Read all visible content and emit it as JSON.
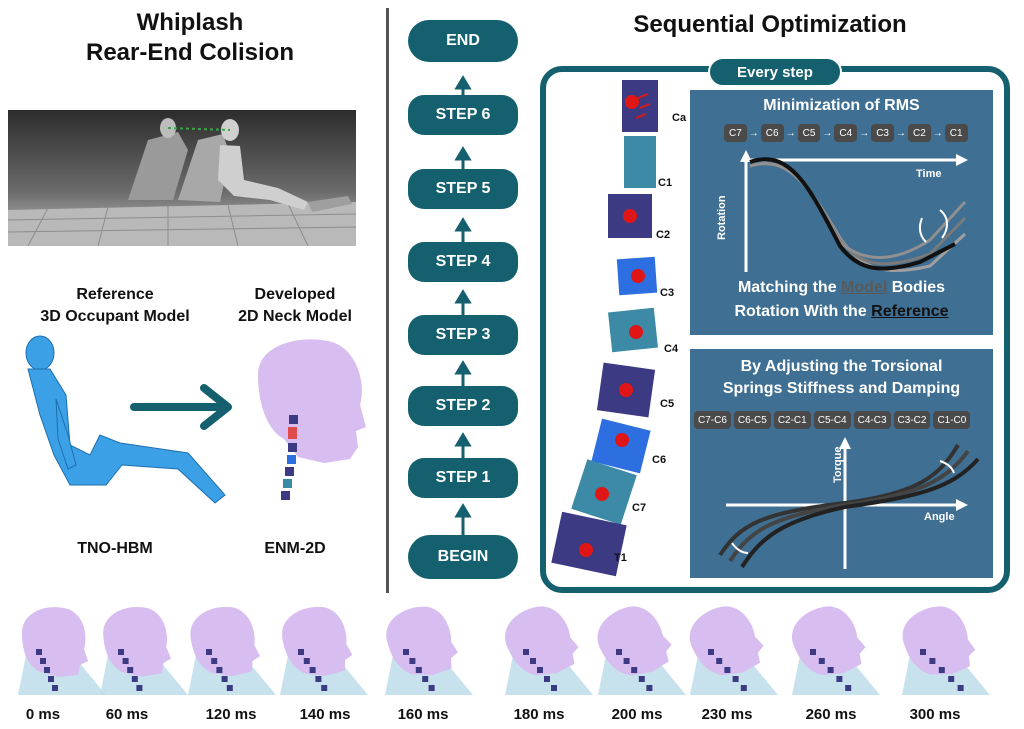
{
  "left": {
    "title_line1": "Whiplash",
    "title_line2": "Rear-End Colision",
    "reference_line1": "Reference",
    "reference_line2": "3D Occupant Model",
    "developed_line1": "Developed",
    "developed_line2": "2D Neck Model",
    "reference_name": "TNO-HBM",
    "developed_name": "ENM-2D"
  },
  "flow": {
    "steps": [
      "END",
      "STEP 6",
      "STEP 5",
      "STEP 4",
      "STEP 3",
      "STEP 2",
      "STEP 1",
      "BEGIN"
    ]
  },
  "right": {
    "title": "Sequential Optimization",
    "every_step": "Every step",
    "vertebrae": [
      "Ca",
      "C1",
      "C2",
      "C3",
      "C4",
      "C5",
      "C6",
      "C7",
      "T1"
    ],
    "rms_panel": {
      "title": "Minimization of RMS",
      "chain": [
        "C7",
        "C6",
        "C5",
        "C4",
        "C3",
        "C2",
        "C1"
      ],
      "x_axis": "Time",
      "y_axis": "Rotation",
      "caption_prefix": "Matching the ",
      "caption_model": "Model",
      "caption_middle": " Bodies",
      "caption_line2_prefix": "Rotation With the ",
      "caption_reference": "Reference"
    },
    "spring_panel": {
      "title_line1": "By Adjusting the Torsional",
      "title_line2": "Springs Stiffness and Damping",
      "joints": [
        "C7-C6",
        "C6-C5",
        "C2-C1",
        "C5-C4",
        "C4-C3",
        "C3-C2",
        "C1-C0"
      ],
      "x_axis": "Angle",
      "y_axis": "Torque"
    }
  },
  "timeline": [
    "0 ms",
    "60 ms",
    "120 ms",
    "140 ms",
    "160 ms",
    "180 ms",
    "200 ms",
    "230 ms",
    "260 ms",
    "300 ms"
  ],
  "colors": {
    "teal": "#14606e",
    "panel": "#3f6f92",
    "head": "#d7bdf0",
    "vertebra_dark": "#3b3a82",
    "vertebra_blue": "#2d6fe0",
    "vertebra_teal": "#3c8aa6",
    "marker": "#e01616"
  }
}
